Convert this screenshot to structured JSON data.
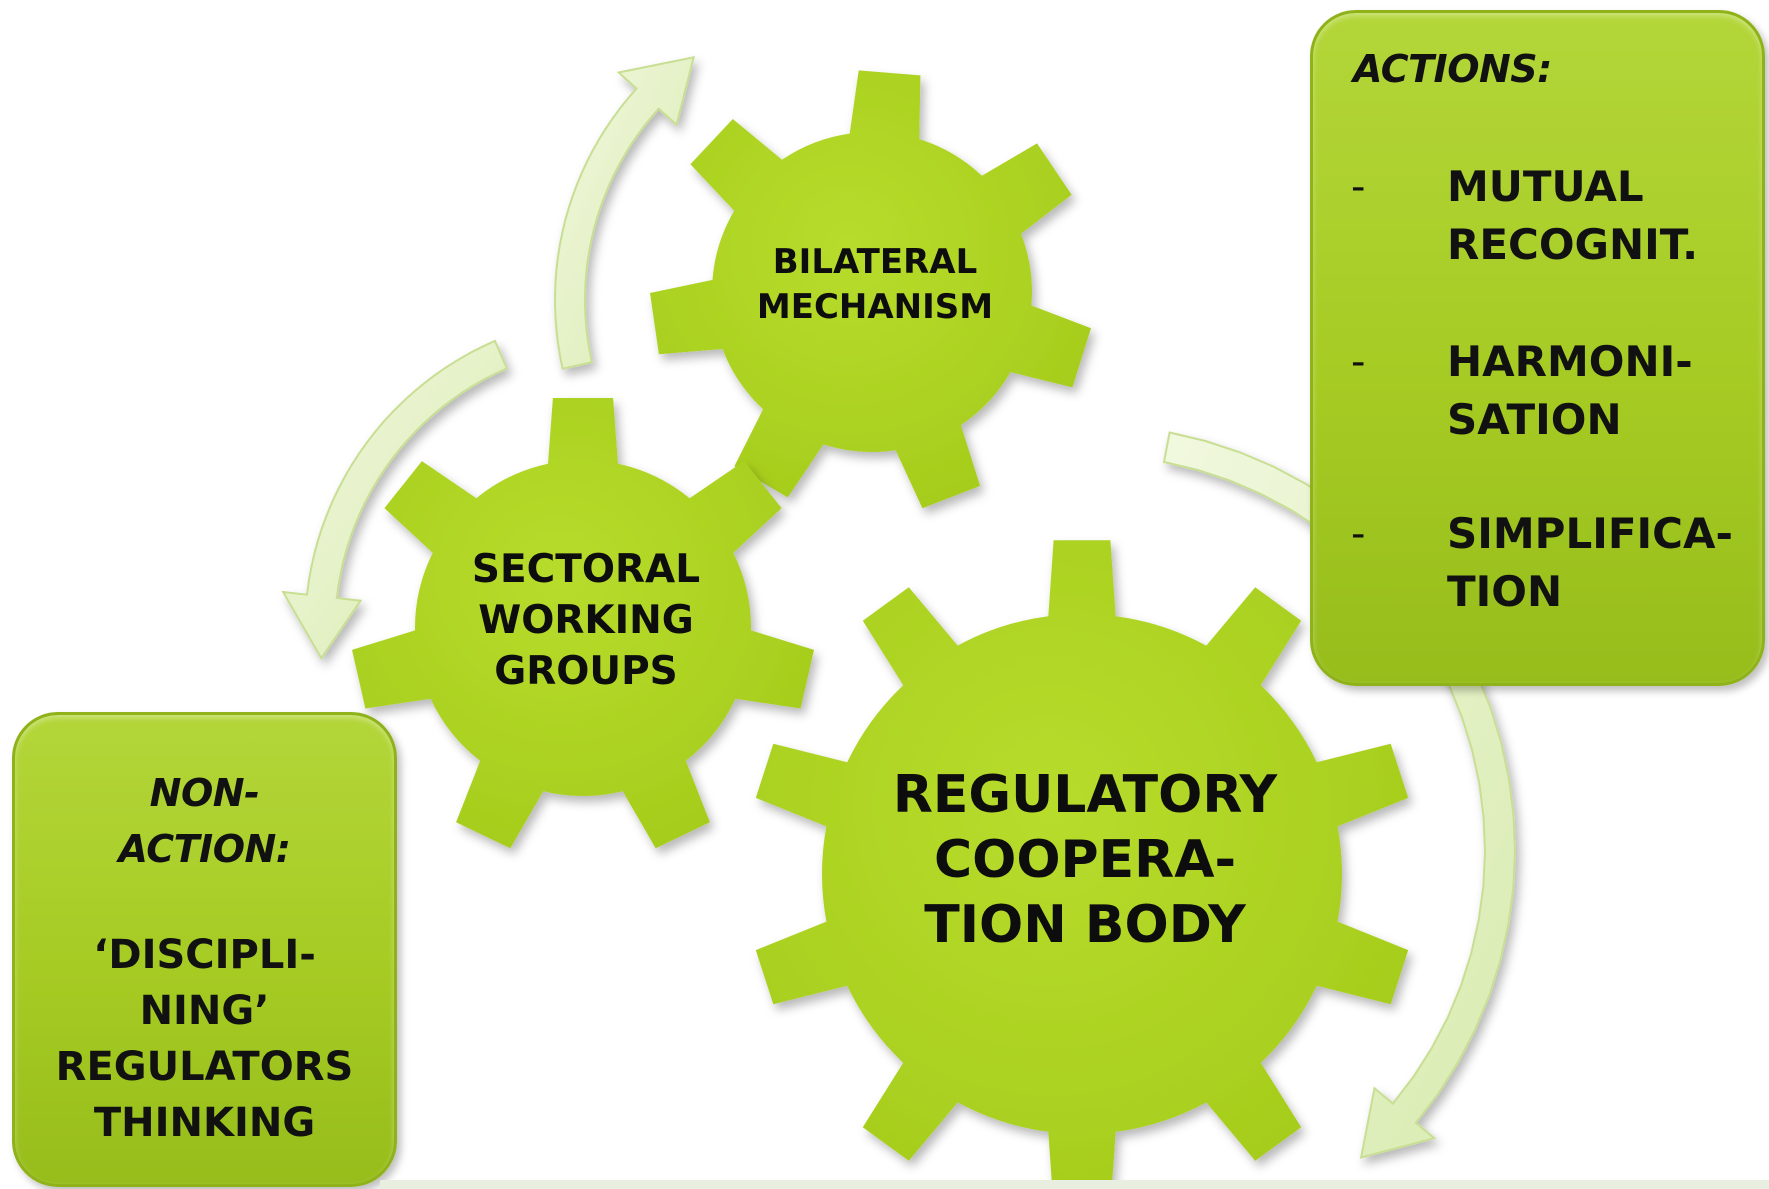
{
  "gears": {
    "bilateral": {
      "line1": "BILATERAL",
      "line2": "MECHANISM"
    },
    "sectoral": {
      "line1": "SECTORAL",
      "line2": "WORKING",
      "line3": "GROUPS"
    },
    "regulatory": {
      "line1": "REGULATORY",
      "line2": "COOPERA-",
      "line3": "TION BODY"
    }
  },
  "actions": {
    "title": "ACTIONS:",
    "items": [
      {
        "dash": "-",
        "text": "MUTUAL\nRECOGNIT."
      },
      {
        "dash": "-",
        "text": "HARMONI-\nSATION"
      },
      {
        "dash": "-",
        "text": "SIMPLIFICA-\nTION"
      }
    ]
  },
  "non_action": {
    "title": "NON-\nACTION:",
    "body": "‘DISCIPLI-\nNING’\nREGULATORS\nTHINKING"
  },
  "colors": {
    "gear_fill": "#aed321",
    "box_fill": "#a6cb23",
    "arrow_fill": "#e3f0c4",
    "arrow_stroke": "#c5dc8e"
  }
}
